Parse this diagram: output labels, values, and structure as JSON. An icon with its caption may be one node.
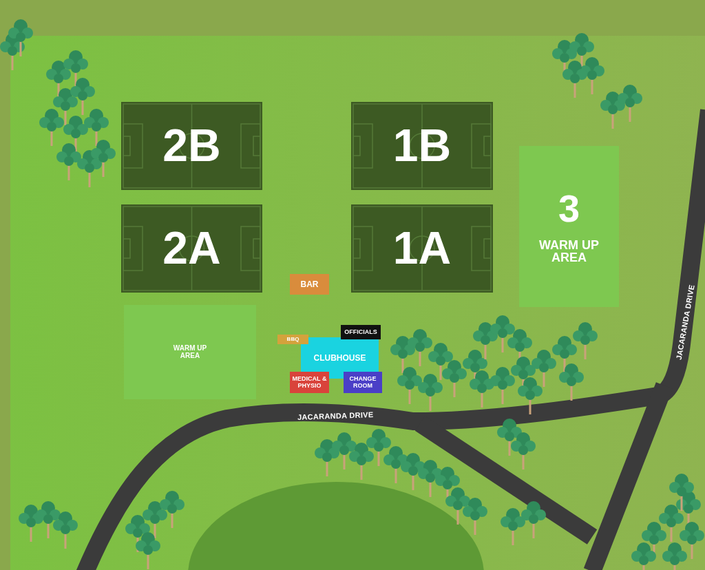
{
  "diagram": {
    "nodes": [
      {
        "text": [
          "2B"
        ]
      },
      {
        "text": [
          "1B"
        ]
      },
      {
        "text": [
          "3",
          "WARM UP AREA"
        ]
      },
      {
        "text": [
          "2A"
        ]
      },
      {
        "text": [
          "1A"
        ]
      },
      {
        "text": [
          "BAR"
        ]
      },
      {
        "text": [
          "WARM UP AREA"
        ]
      },
      {
        "text": [
          "OFFICIALS"
        ]
      },
      {
        "text": [
          "BBQ"
        ]
      },
      {
        "text": [
          "CLUBHOUSE"
        ]
      },
      {
        "text": [
          "MEDICAL & PHYSIO"
        ]
      },
      {
        "text": [
          "CHANGE ROOM"
        ]
      }
    ],
    "labels": [
      "JACARANDA DRIVE",
      "JACARANDA DRIVE"
    ]
  }
}
